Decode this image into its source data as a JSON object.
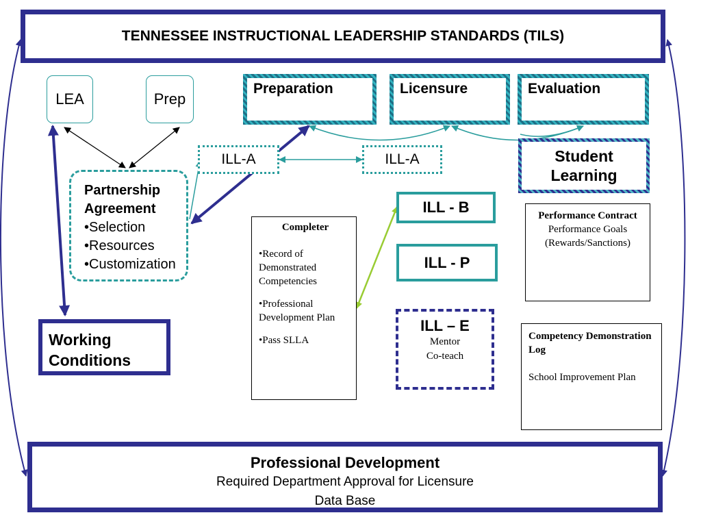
{
  "title": "TENNESSEE INSTRUCTIONAL LEADERSHIP STANDARDS (TILS)",
  "lea": "LEA",
  "prep": "Prep",
  "stages": {
    "preparation": "Preparation",
    "licensure": "Licensure",
    "evaluation": "Evaluation"
  },
  "student_learning": {
    "line1": "Student",
    "line2": "Learning"
  },
  "ill_a_left": "ILL-A",
  "ill_a_right": "ILL-A",
  "partnership": {
    "heading_line1": "Partnership",
    "heading_line2": "Agreement",
    "items": [
      "•Selection",
      "•Resources",
      "•Customization"
    ]
  },
  "ill_b": "ILL - B",
  "ill_p": "ILL - P",
  "ill_e": {
    "heading": "ILL – E",
    "line1": "Mentor",
    "line2": "Co-teach"
  },
  "completer": {
    "heading": "Completer",
    "items": [
      "•Record of Demonstrated Competencies",
      "•Professional Development Plan",
      "•Pass SLLA"
    ]
  },
  "performance_contract": {
    "heading": "Performance Contract",
    "line1": "Performance Goals",
    "line2": "(Rewards/Sanctions)"
  },
  "competency_log": {
    "heading": "Competency Demonstration Log",
    "line1": "School Improvement Plan"
  },
  "working_conditions": {
    "line1": "Working",
    "line2": "Conditions"
  },
  "professional_development": {
    "heading": "Professional Development",
    "line1": "Required Department Approval for Licensure",
    "line2": "Data Base"
  },
  "colors": {
    "navy": "#2e2e8f",
    "teal": "#2a9d9d",
    "green": "#99cc33"
  }
}
